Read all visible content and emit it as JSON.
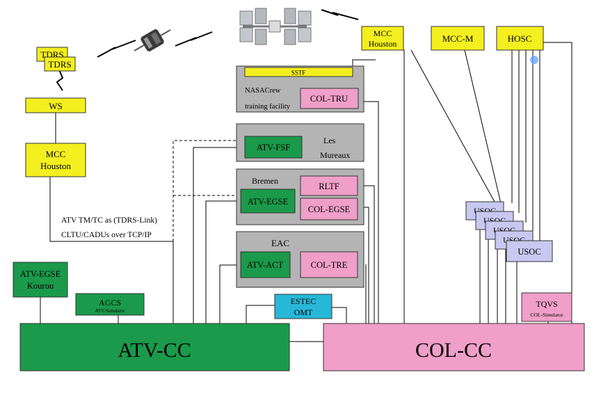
{
  "nodes": {
    "tdrs_back": "TDRS",
    "tdrs_front": "TDRS",
    "ws": "WS",
    "mcc_houston_left": [
      "MCC",
      "Houston"
    ],
    "mcc_houston_top": [
      "MCC",
      "Houston"
    ],
    "mcc_m": "MCC-M",
    "hosc": "HOSC",
    "sstf": "SSTF",
    "nasa_crew": [
      "NASACrew",
      "training facility"
    ],
    "col_tru": "COL-TRU",
    "atv_fsf": "ATV-FSF",
    "les_mureaux": [
      "Les",
      "Mureaux"
    ],
    "bremen": "Bremen",
    "rltf": "RLTF",
    "atv_egse": "ATV-EGSE",
    "col_egse": "COL-EGSE",
    "eac": "EAC",
    "atv_act": "ATV-ACT",
    "col_tre": "COL-TRE",
    "atv_egse_kourou": [
      "ATV-EGSE",
      "Kourou"
    ],
    "agcs": "AGCS",
    "agcs_sub": "ATV-Simulator",
    "estec_omt": [
      "ESTEC",
      "OMT"
    ],
    "tqvs": "TQVS",
    "tqvs_sub": "COL-Simulator",
    "usoc": [
      "USOC",
      "USOC",
      "USOC",
      "USOC",
      "USOC"
    ],
    "atv_cc": "ATV-CC",
    "col_cc": "COL-CC"
  },
  "link_label": [
    "ATV TM/TC as (TDRS-Link)",
    "CLTU/CADUs over TCP/IP"
  ],
  "colors": {
    "yellow": "#f4ef1e",
    "green": "#1a9a4a",
    "pink": "#ef9fc8",
    "cyan": "#27b8d8",
    "lavender": "#c8c8f0",
    "gray": "#b4b4b4"
  }
}
